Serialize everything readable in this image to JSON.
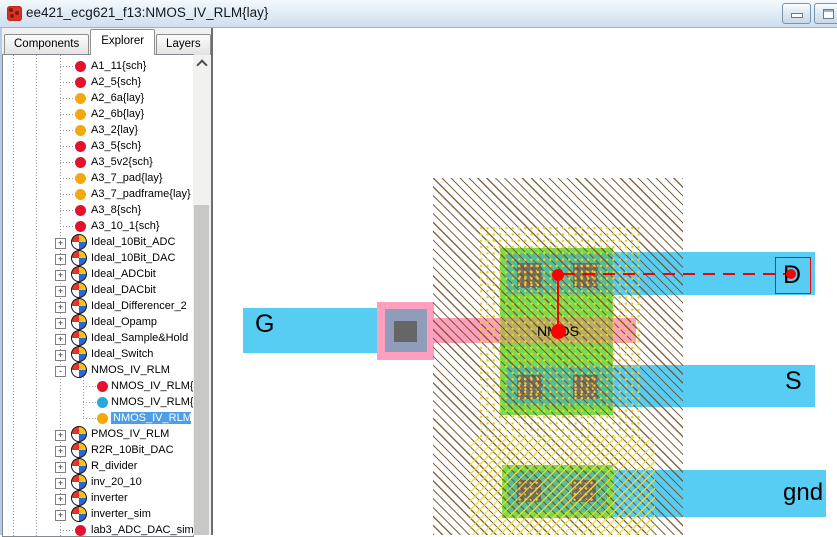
{
  "window": {
    "title": "ee421_ecg621_f13:NMOS_IV_RLM{lay}",
    "buttons": [
      {
        "label": "minimize"
      },
      {
        "label": "restore"
      }
    ]
  },
  "tabs": [
    {
      "label": "Components",
      "active": false
    },
    {
      "label": "Explorer",
      "active": true
    },
    {
      "label": "Layers",
      "active": false
    }
  ],
  "explorer_tree": {
    "items": [
      {
        "label": "A1_11{sch}",
        "kind": "cell",
        "icon": "schematic"
      },
      {
        "label": "A2_5{sch}",
        "kind": "cell",
        "icon": "schematic"
      },
      {
        "label": "A2_6a{lay}",
        "kind": "cell",
        "icon": "layout"
      },
      {
        "label": "A2_6b{lay}",
        "kind": "cell",
        "icon": "layout"
      },
      {
        "label": "A3_2{lay}",
        "kind": "cell",
        "icon": "layout"
      },
      {
        "label": "A3_5{sch}",
        "kind": "cell",
        "icon": "schematic"
      },
      {
        "label": "A3_5v2{sch}",
        "kind": "cell",
        "icon": "schematic"
      },
      {
        "label": "A3_7_pad{lay}",
        "kind": "cell",
        "icon": "layout"
      },
      {
        "label": "A3_7_padframe{lay}",
        "kind": "cell",
        "icon": "layout"
      },
      {
        "label": "A3_8{sch}",
        "kind": "cell",
        "icon": "schematic"
      },
      {
        "label": "A3_10_1{sch}",
        "kind": "cell",
        "icon": "schematic"
      },
      {
        "label": "Ideal_10Bit_ADC",
        "kind": "group",
        "icon": "group",
        "expanded": false
      },
      {
        "label": "Ideal_10Bit_DAC",
        "kind": "group",
        "icon": "group",
        "expanded": false
      },
      {
        "label": "Ideal_ADCbit",
        "kind": "group",
        "icon": "group",
        "expanded": false
      },
      {
        "label": "Ideal_DACbit",
        "kind": "group",
        "icon": "group",
        "expanded": false
      },
      {
        "label": "Ideal_Differencer_2",
        "kind": "group",
        "icon": "group",
        "expanded": false
      },
      {
        "label": "Ideal_Opamp",
        "kind": "group",
        "icon": "group",
        "expanded": false
      },
      {
        "label": "Ideal_Sample&Hold",
        "kind": "group",
        "icon": "group",
        "expanded": false
      },
      {
        "label": "Ideal_Switch",
        "kind": "group",
        "icon": "group",
        "expanded": false
      },
      {
        "label": "NMOS_IV_RLM",
        "kind": "group",
        "icon": "group",
        "expanded": true
      },
      {
        "label": "NMOS_IV_RLM{s",
        "kind": "subcell",
        "icon": "schematic"
      },
      {
        "label": "NMOS_IV_RLM{i",
        "kind": "subcell",
        "icon": "iconview"
      },
      {
        "label": "NMOS_IV_RLM{l",
        "kind": "subcell",
        "icon": "layout",
        "selected": true
      },
      {
        "label": "PMOS_IV_RLM",
        "kind": "group",
        "icon": "group",
        "expanded": false
      },
      {
        "label": "R2R_10Bit_DAC",
        "kind": "group",
        "icon": "group",
        "expanded": false
      },
      {
        "label": "R_divider",
        "kind": "group",
        "icon": "group",
        "expanded": false
      },
      {
        "label": "inv_20_10",
        "kind": "group",
        "icon": "group",
        "expanded": false
      },
      {
        "label": "inverter",
        "kind": "group",
        "icon": "group",
        "expanded": false
      },
      {
        "label": "inverter_sim",
        "kind": "group",
        "icon": "group",
        "expanded": false
      },
      {
        "label": "lab3_ADC_DAC_sim",
        "kind": "cell",
        "icon": "schematic"
      }
    ]
  },
  "canvas": {
    "device_label": "NMOS",
    "exports": {
      "gate": "G",
      "drain": "D",
      "source": "S",
      "ground": "gnd"
    },
    "colors": {
      "metal1": "#58cdf4",
      "polysilicon": "#ff9fc0",
      "active": "#77dc4f",
      "metal_over_active": "#56be9b",
      "poly_over_active": "#b9ae6a",
      "well_hatch": "#714e28",
      "select_yellow": "#e8d422",
      "contact_cut": "#6f6f6f",
      "highlight": "#ff0000"
    }
  }
}
